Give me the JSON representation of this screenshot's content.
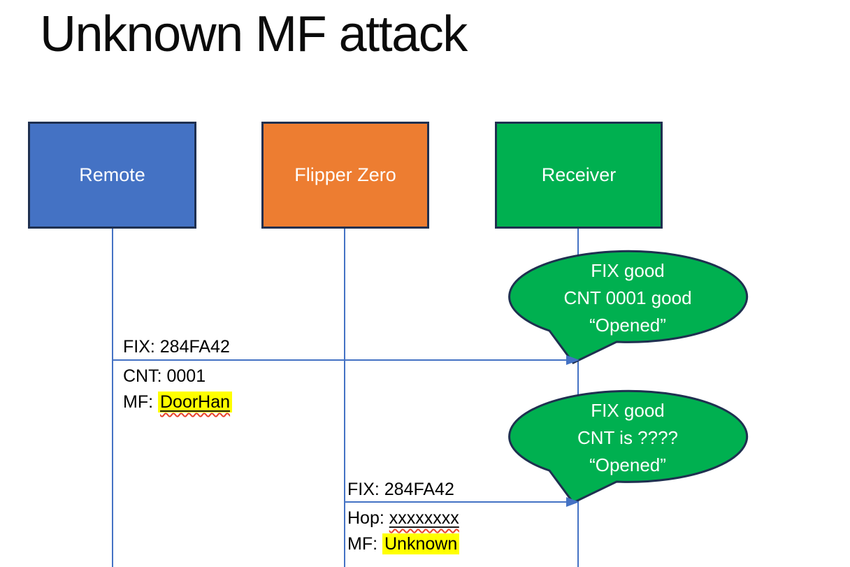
{
  "slide": {
    "title": "Unknown MF attack"
  },
  "actors": [
    {
      "label": "Remote",
      "fill": "#4472C4"
    },
    {
      "label": "Flipper Zero",
      "fill": "#ED7D31"
    },
    {
      "label": "Receiver",
      "fill": "#00B050"
    }
  ],
  "messages": [
    {
      "from": "Remote",
      "to": "Receiver",
      "l1": "FIX: 284FA42",
      "l2": "CNT: 0001",
      "l3_prefix": "MF: ",
      "l3_value": "DoorHan"
    },
    {
      "from": "Flipper Zero",
      "to": "Receiver",
      "l1": "FIX: 284FA42",
      "l2_prefix": "Hop: ",
      "l2_value": "xxxxxxxx",
      "l3_prefix": "MF: ",
      "l3_value": "Unknown"
    }
  ],
  "callouts": [
    {
      "l1": "FIX good",
      "l2": "CNT 0001 good",
      "l3": "“Opened”"
    },
    {
      "l1": "FIX good",
      "l2": "CNT is ????",
      "l3": "“Opened”"
    }
  ],
  "colors": {
    "actor_remote_fill": "#4472C4",
    "actor_flipper_fill": "#ED7D31",
    "actor_receiver_fill": "#00B050",
    "shape_border": "#1F3050",
    "line_and_arrow": "#4472C4",
    "callout_fill": "#00B050",
    "highlight": "#FFFF00",
    "squiggle": "#E8442C",
    "text_dark": "#000000",
    "text_light": "#FFFFFF"
  }
}
